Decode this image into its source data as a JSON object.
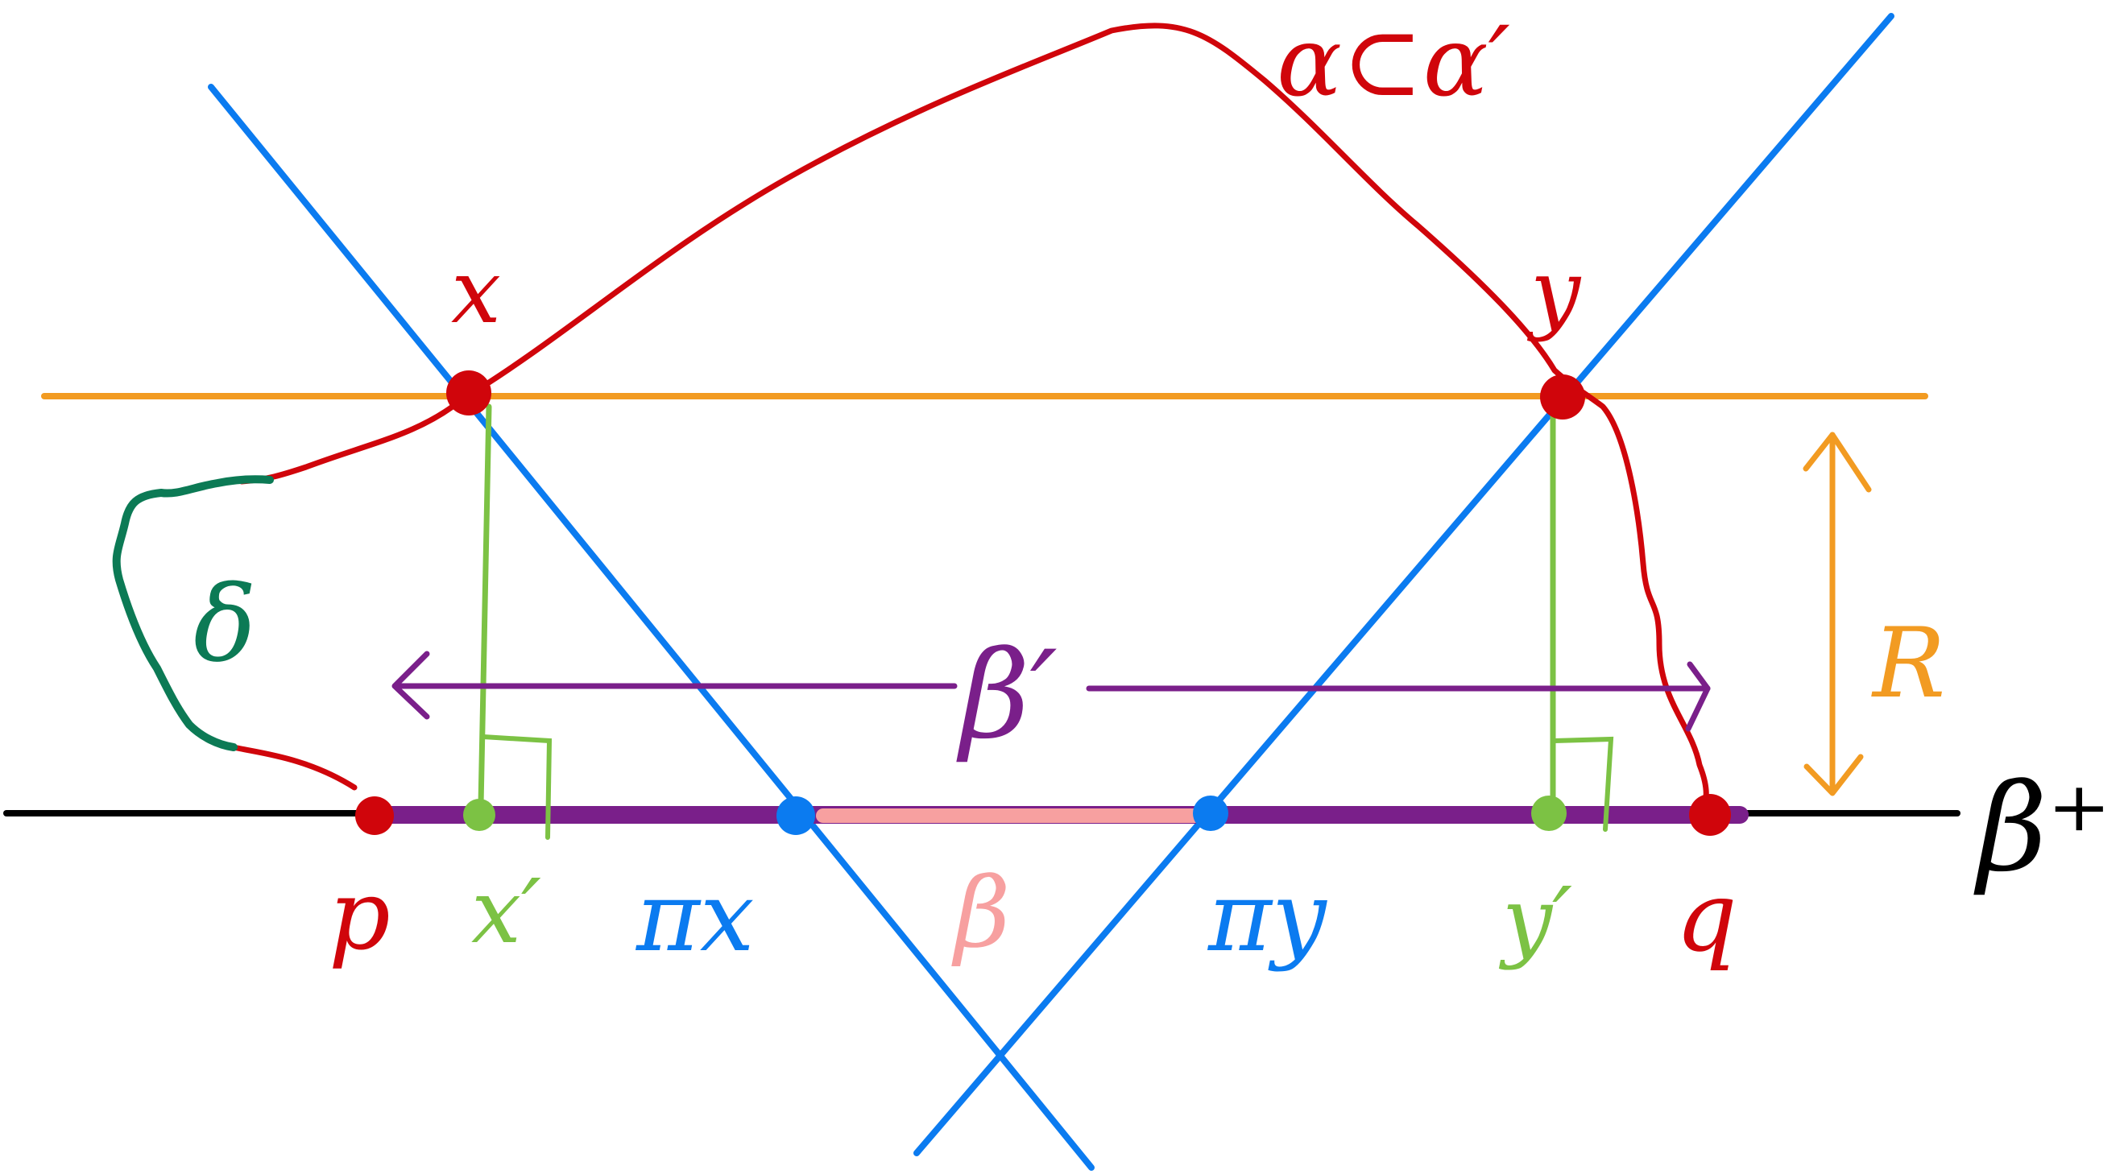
{
  "colors": {
    "red": "#d0050b",
    "blue": "#0b7bf0",
    "green": "#7cc244",
    "dark_green": "#0c7a55",
    "purple": "#7a1f8a",
    "orange": "#f29b22",
    "pink": "#f7a0a0",
    "black": "#000000"
  },
  "labels": {
    "x": "x",
    "y": "y",
    "alpha": "α⊂α′",
    "delta": "δ",
    "beta_prime": "β′",
    "R": "R",
    "beta_plus": "β⁺",
    "p": "p",
    "x_prime": "x′",
    "pi_x": "πx",
    "beta": "β",
    "pi_y": "πy",
    "y_prime": "y′",
    "q": "q"
  }
}
